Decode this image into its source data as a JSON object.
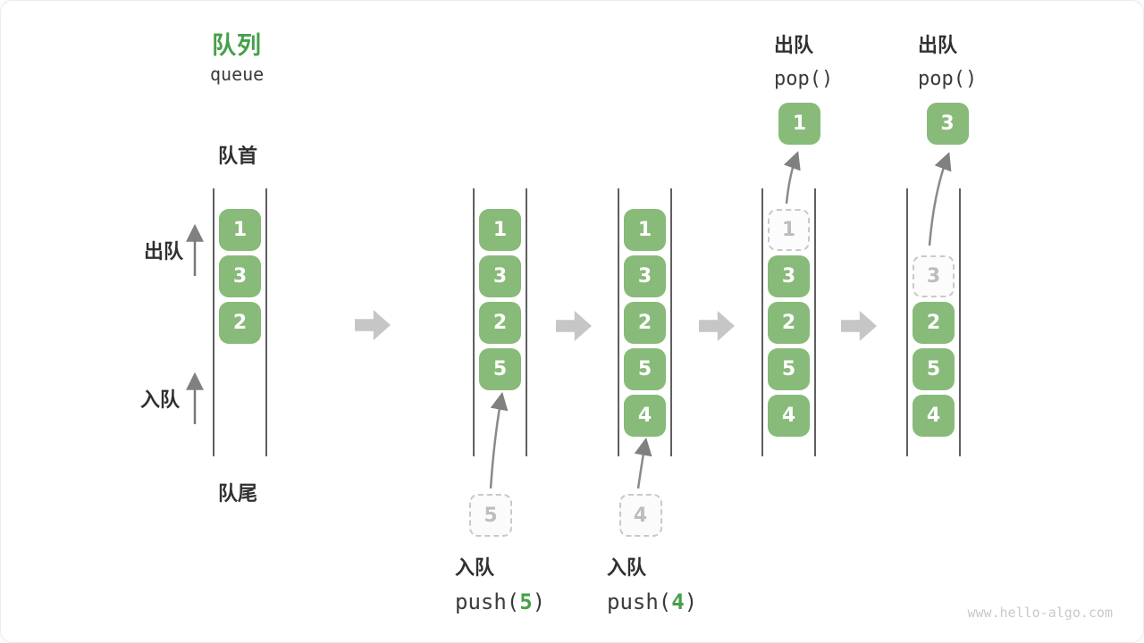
{
  "title": {
    "zh": "队列",
    "en": "queue"
  },
  "side_labels": {
    "front": "队首",
    "rear": "队尾",
    "dequeue": "出队",
    "enqueue": "入队"
  },
  "colors": {
    "box_green": "#88ba79",
    "accent_green": "#45a049",
    "dashed_gray": "#c9c9c9",
    "arrow_gray": "#c6c6c6",
    "line_gray": "#5f5f5f",
    "text_dark": "#303030",
    "code_text": "#3b3b3b",
    "muted_text": "#bdbdbd",
    "watermark_gray": "#c9c9c9",
    "white": "#ffffff"
  },
  "queues": [
    {
      "name": "state-initial",
      "cells": [
        {
          "slot": 0,
          "value": "1",
          "style": "solid"
        },
        {
          "slot": 1,
          "value": "3",
          "style": "solid"
        },
        {
          "slot": 2,
          "value": "2",
          "style": "solid"
        }
      ]
    },
    {
      "name": "state-after-push-5",
      "cells": [
        {
          "slot": 0,
          "value": "1",
          "style": "solid"
        },
        {
          "slot": 1,
          "value": "3",
          "style": "solid"
        },
        {
          "slot": 2,
          "value": "2",
          "style": "solid"
        },
        {
          "slot": 3,
          "value": "5",
          "style": "solid"
        }
      ]
    },
    {
      "name": "state-after-push-4",
      "cells": [
        {
          "slot": 0,
          "value": "1",
          "style": "solid"
        },
        {
          "slot": 1,
          "value": "3",
          "style": "solid"
        },
        {
          "slot": 2,
          "value": "2",
          "style": "solid"
        },
        {
          "slot": 3,
          "value": "5",
          "style": "solid"
        },
        {
          "slot": 4,
          "value": "4",
          "style": "solid"
        }
      ]
    },
    {
      "name": "state-after-pop-1",
      "cells": [
        {
          "slot": 0,
          "value": "1",
          "style": "dashed"
        },
        {
          "slot": 1,
          "value": "3",
          "style": "solid"
        },
        {
          "slot": 2,
          "value": "2",
          "style": "solid"
        },
        {
          "slot": 3,
          "value": "5",
          "style": "solid"
        },
        {
          "slot": 4,
          "value": "4",
          "style": "solid"
        }
      ]
    },
    {
      "name": "state-after-pop-3",
      "cells": [
        {
          "slot": 1,
          "value": "3",
          "style": "dashed"
        },
        {
          "slot": 2,
          "value": "2",
          "style": "solid"
        },
        {
          "slot": 3,
          "value": "5",
          "style": "solid"
        },
        {
          "slot": 4,
          "value": "4",
          "style": "solid"
        }
      ]
    }
  ],
  "ops": {
    "push": [
      {
        "label": "入队",
        "fn_open": "push(",
        "arg": "5",
        "fn_close": ")"
      },
      {
        "label": "入队",
        "fn_open": "push(",
        "arg": "4",
        "fn_close": ")"
      }
    ],
    "pop": [
      {
        "label": "出队",
        "fn": "pop()"
      },
      {
        "label": "出队",
        "fn": "pop()"
      }
    ]
  },
  "staged_cells": [
    {
      "value": "5"
    },
    {
      "value": "4"
    }
  ],
  "popped_cells": [
    {
      "value": "1"
    },
    {
      "value": "3"
    }
  ],
  "watermark": "www.hello-algo.com"
}
